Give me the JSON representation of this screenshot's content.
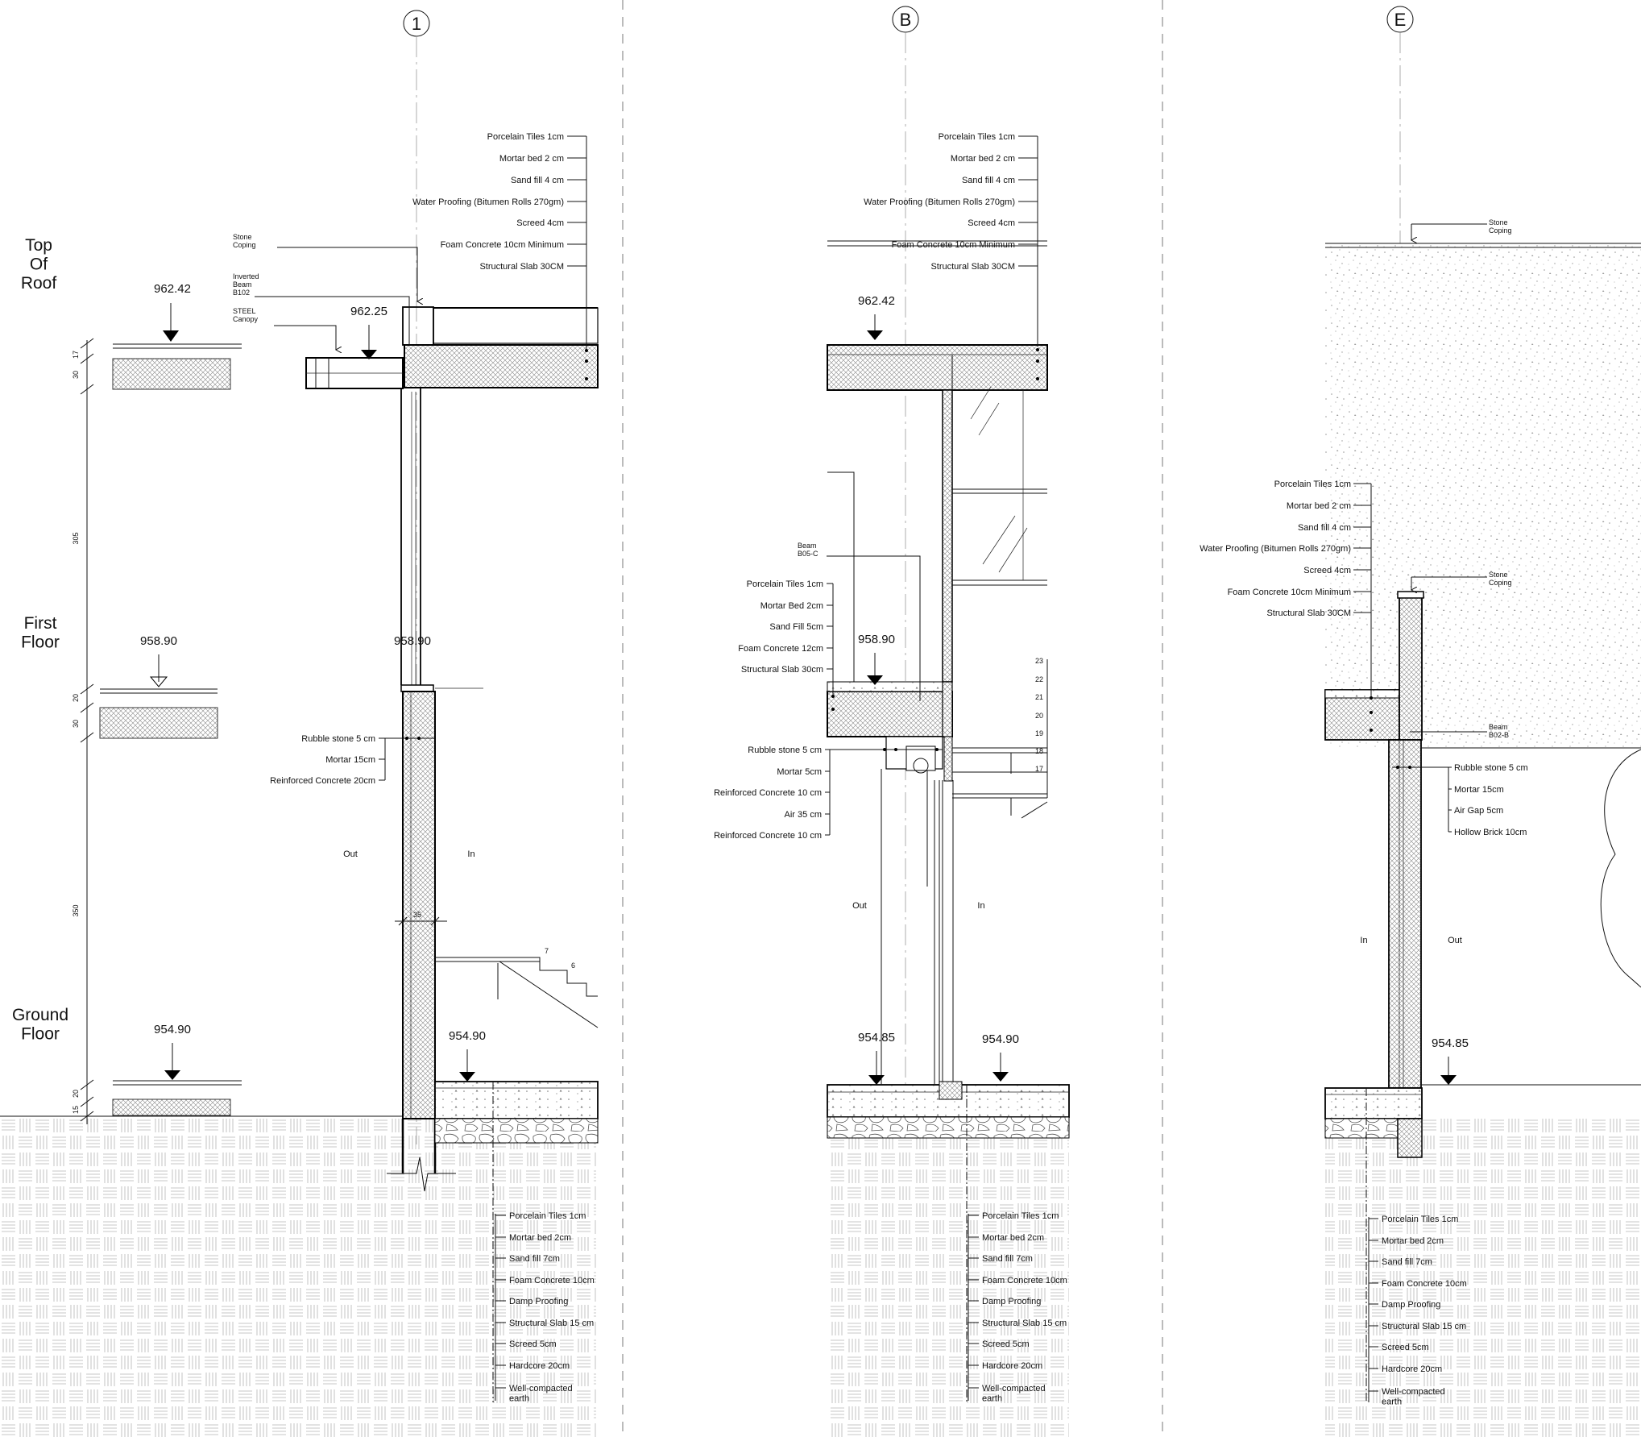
{
  "gridlines": [
    {
      "label": "1"
    },
    {
      "label": "B"
    },
    {
      "label": "E"
    }
  ],
  "floors": {
    "roof": "Top\nOf\nRoof",
    "first": "First\nFloor",
    "ground": "Ground\nFloor"
  },
  "levels": {
    "roof": "962.42",
    "first": "958.90",
    "ground": "954.90",
    "canopy": "962.25",
    "s1_first": "958.90",
    "s1_ground": "954.90",
    "sB_roof": "962.42",
    "sB_first": "958.90",
    "sB_out": "954.85",
    "sB_in": "954.90",
    "sE_ground": "954.85"
  },
  "dimensions": {
    "d17a": "17",
    "d30a": "30",
    "d305": "305",
    "d20a": "20",
    "d30b": "30",
    "d350": "350",
    "d20b": "20",
    "d15": "15",
    "wall": "35"
  },
  "section1": {
    "roof_layers": [
      "Porcelain Tiles 1cm",
      "Mortar bed 2 cm",
      "Sand fill 4 cm",
      "Water Proofing (Bitumen Rolls 270gm)",
      "Screed 4cm",
      "Foam Concrete 10cm Minimum",
      "Structural Slab 30CM"
    ],
    "stone_coping": "Stone\nCoping",
    "inverted_beam": "Inverted\nBeam\nB102",
    "steel_canopy": "STEEL\nCanopy",
    "wall_layers": [
      "Rubble stone 5 cm",
      "Mortar 15cm",
      "Reinforced Concrete 20cm"
    ],
    "out": "Out",
    "in": "In",
    "stair": [
      "7",
      "6"
    ],
    "floor_layers": [
      "Porcelain Tiles 1cm",
      "Mortar bed  2cm",
      "Sand fill  7cm",
      "Foam Concrete 10cm",
      "Damp Proofing",
      "Structural Slab 15 cm",
      "Screed  5cm",
      "Hardcore 20cm",
      "Well-compacted\nearth"
    ]
  },
  "sectionB": {
    "roof_layers": [
      "Porcelain Tiles 1cm",
      "Mortar bed 2 cm",
      "Sand fill 4 cm",
      "Water Proofing (Bitumen Rolls 270gm)",
      "Screed 4cm",
      "Foam Concrete 10cm Minimum",
      "Structural Slab 30CM"
    ],
    "beam": "Beam\nB05-C",
    "first_layers": [
      "Porcelain Tiles 1cm",
      "Mortar Bed 2cm",
      "Sand Fill 5cm",
      "Foam Concrete 12cm",
      "Structural Slab 30cm"
    ],
    "wall_layers": [
      "Rubble stone 5 cm",
      "Mortar 5cm",
      "Reinforced Concrete 10 cm",
      "Air 35 cm",
      "Reinforced Concrete 10 cm"
    ],
    "out": "Out",
    "in": "In",
    "stair": [
      "23",
      "22",
      "21",
      "20",
      "19",
      "18",
      "17"
    ],
    "floor_layers": [
      "Porcelain Tiles 1cm",
      "Mortar bed  2cm",
      "Sand fill  7cm",
      "Foam Concrete 10cm",
      "Damp Proofing",
      "Structural Slab 15 cm",
      "Screed  5cm",
      "Hardcore 20cm",
      "Well-compacted\nearth"
    ]
  },
  "sectionE": {
    "stone_coping_top": "Stone\nCoping",
    "roof_layers": [
      "Porcelain Tiles 1cm",
      "Mortar bed 2 cm",
      "Sand fill 4 cm",
      "Water Proofing (Bitumen Rolls 270gm)",
      "Screed 4cm",
      "Foam Concrete 10cm Minimum",
      "Structural Slab 30CM"
    ],
    "stone_coping": "Stone\nCoping",
    "beam": "Beam\nB02-B",
    "wall_layers": [
      "Rubble stone 5 cm",
      "Mortar 15cm",
      "Air Gap 5cm",
      "Hollow Brick 10cm"
    ],
    "in": "In",
    "out": "Out",
    "floor_layers": [
      "Porcelain Tiles 1cm",
      "Mortar bed  2cm",
      "Sand fill  7cm",
      "Foam Concrete 10cm",
      "Damp Proofing",
      "Structural Slab 15 cm",
      "Screed  5cm",
      "Hardcore 20cm",
      "Well-compacted\nearth"
    ]
  }
}
